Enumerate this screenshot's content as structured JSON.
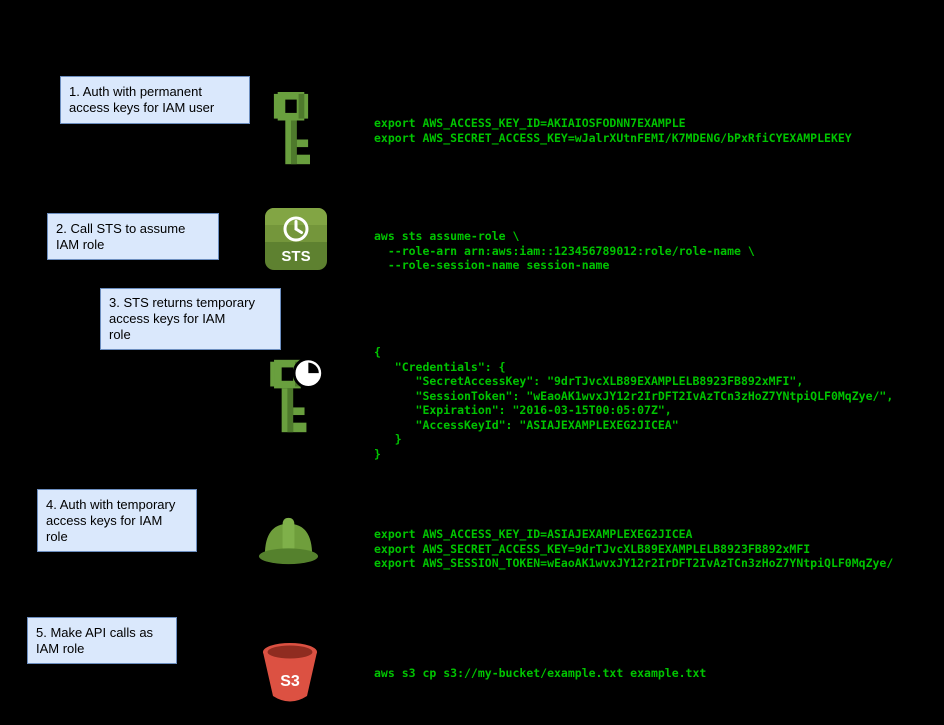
{
  "colors": {
    "background": "#000000",
    "box_fill": "#dae8fc",
    "box_border": "#6c8ebf",
    "code_green": "#00c400",
    "icon_green": "#699f3e",
    "s3_red": "#dc5142"
  },
  "steps": [
    {
      "label": "1. Auth with permanent\naccess keys for IAM user",
      "icon": "access-key-icon",
      "code": "export AWS_ACCESS_KEY_ID=AKIAIOSFODNN7EXAMPLE\nexport AWS_SECRET_ACCESS_KEY=wJalrXUtnFEMI/K7MDENG/bPxRfiCYEXAMPLEKEY"
    },
    {
      "label": "2. Call STS to assume\nIAM role",
      "icon": "sts-service-icon",
      "icon_text": "STS",
      "code": "aws sts assume-role \\\n  --role-arn arn:aws:iam::123456789012:role/role-name \\\n  --role-session-name session-name"
    },
    {
      "label": "3. STS returns temporary\naccess keys for IAM\nrole",
      "icon": "temporary-access-key-clock-icon",
      "code": "{\n   \"Credentials\": {\n      \"SecretAccessKey\": \"9drTJvcXLB89EXAMPLELB8923FB892xMFI\",\n      \"SessionToken\": \"wEaoAK1wvxJY12r2IrDFT2IvAzTCn3zHoZ7YNtpiQLF0MqZye/\",\n      \"Expiration\": \"2016-03-15T00:05:07Z\",\n      \"AccessKeyId\": \"ASIAJEXAMPLEXEG2JICEA\"\n   }\n}"
    },
    {
      "label": "4. Auth with temporary\naccess keys for IAM\nrole",
      "icon": "iam-role-hardhat-icon",
      "code": "export AWS_ACCESS_KEY_ID=ASIAJEXAMPLEXEG2JICEA\nexport AWS_SECRET_ACCESS_KEY=9drTJvcXLB89EXAMPLELB8923FB892xMFI\nexport AWS_SESSION_TOKEN=wEaoAK1wvxJY12r2IrDFT2IvAzTCn3zHoZ7YNtpiQLF0MqZye/"
    },
    {
      "label": "5. Make API calls as\nIAM role",
      "icon": "s3-bucket-icon",
      "icon_text": "S3",
      "code": "aws s3 cp s3://my-bucket/example.txt example.txt"
    }
  ]
}
